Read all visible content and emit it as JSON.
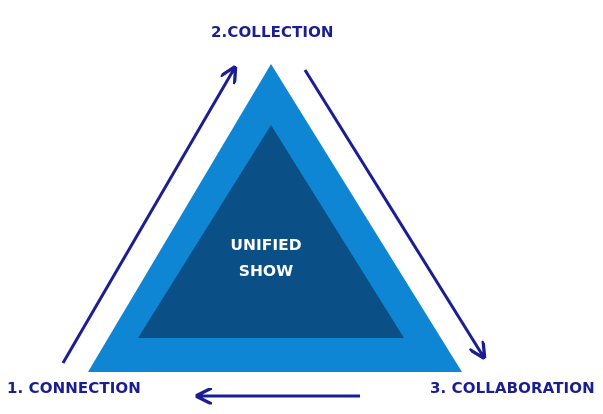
{
  "diagram": {
    "center_lines": [
      "UNIFIED",
      "SHOW"
    ],
    "stages": {
      "collection": "2.COLLECTION",
      "connection": "1. CONNECTION",
      "collaboration": "3. COLLABORATION"
    }
  },
  "colors": {
    "label_text": "#1a1e92",
    "arrow": "#1a1e92",
    "outer_triangle": "#0f86d4",
    "inner_triangle": "#0a5087",
    "center_text": "#ffffff"
  }
}
